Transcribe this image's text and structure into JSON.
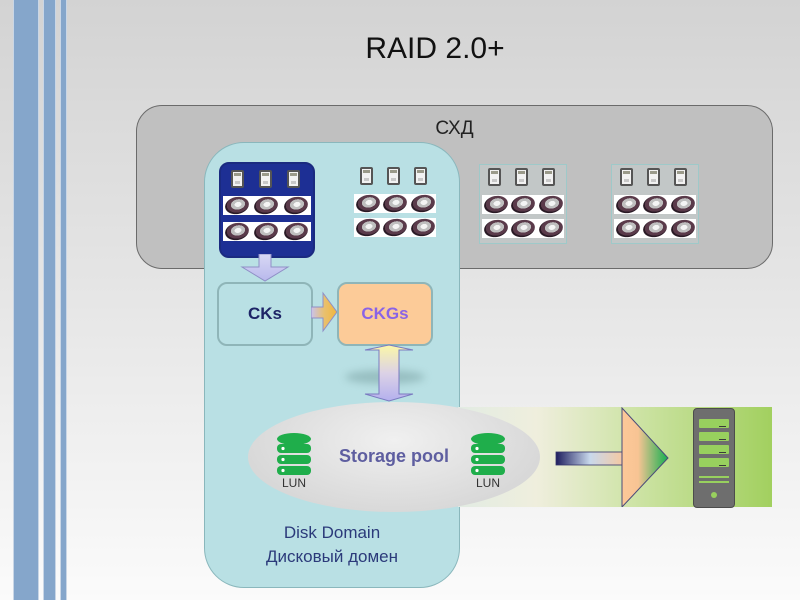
{
  "slide": {
    "title": "RAID 2.0+",
    "colors": {
      "accent_stripes": "#85a6cb",
      "storage_bg": "#c0c0c0",
      "domain_bg": "#b9e0e4",
      "selected_enclosure": "#1d2f94",
      "cks_text": "#1d2466",
      "ckgs_bg": "#fccb98",
      "ckgs_text": "#8a63e6",
      "pool_text": "#5e5ea0",
      "lun_green": "#1fae4b",
      "host_green": "#98d05e"
    }
  },
  "storage_system": {
    "label": "СХД",
    "enclosures": [
      {
        "id": "enclosure-1",
        "selected": true,
        "ssd_count": 3,
        "hdd_rows": 2,
        "hdd_per_row": 3
      },
      {
        "id": "enclosure-2",
        "selected": false,
        "ssd_count": 3,
        "hdd_rows": 2,
        "hdd_per_row": 3
      },
      {
        "id": "enclosure-3",
        "selected": false,
        "ssd_count": 3,
        "hdd_rows": 2,
        "hdd_per_row": 3
      },
      {
        "id": "enclosure-4",
        "selected": false,
        "ssd_count": 3,
        "hdd_rows": 2,
        "hdd_per_row": 3
      }
    ]
  },
  "disk_domain": {
    "label_en": "Disk Domain",
    "label_ru": "Дисковый домен",
    "cks": "CKs",
    "ckgs": "CKGs",
    "storage_pool": "Storage pool",
    "luns": [
      "LUN",
      "LUN"
    ]
  },
  "host": {
    "icon": "server-icon",
    "arrow_icon": "arrow-right-icon"
  }
}
